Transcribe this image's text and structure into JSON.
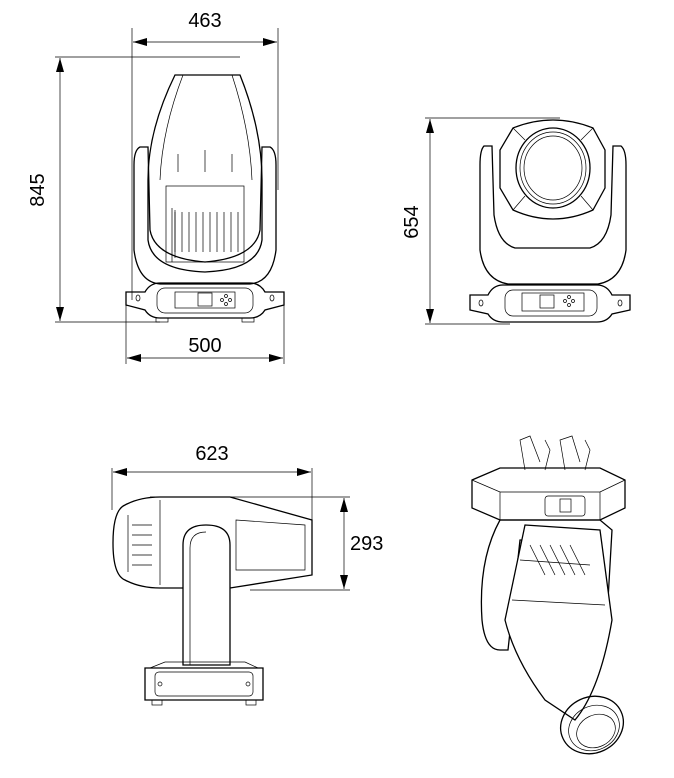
{
  "drawing": {
    "front_view": {
      "width_head": "463",
      "height": "845",
      "width_base": "500"
    },
    "rear_view": {
      "height": "654"
    },
    "side_view": {
      "length": "623",
      "head_height": "293"
    },
    "perspective_view": {}
  },
  "colors": {
    "line": "#000000",
    "background": "#ffffff"
  }
}
